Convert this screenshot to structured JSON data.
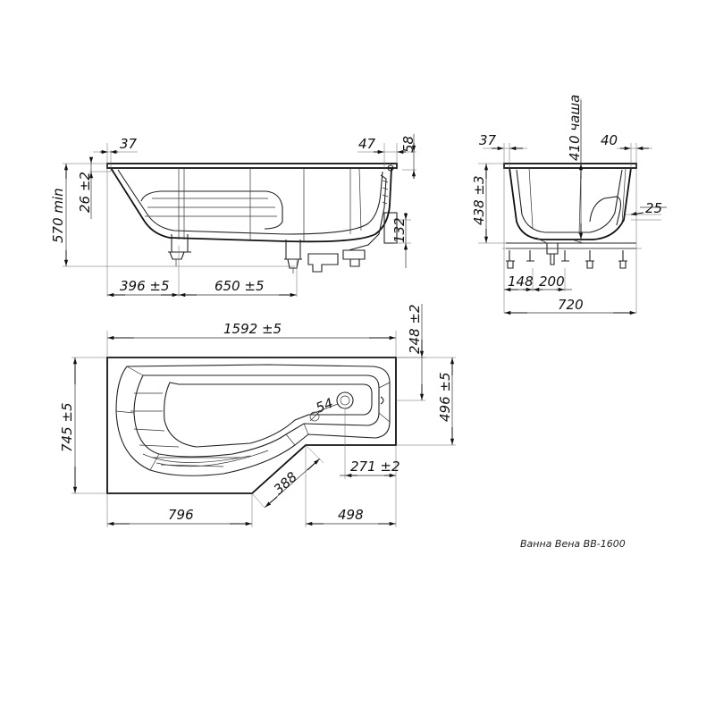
{
  "title": "Ванна Вена ВВ-1600",
  "side_view": {
    "dims": {
      "rim_left": "37",
      "rim_right_inner": "47",
      "rim_right_height": "58",
      "rim_thickness": "26 ±2",
      "total_height": "570 min",
      "drain_height": "132",
      "leg_offset": "396 ±5",
      "leg_spacing": "650 ±5"
    }
  },
  "end_view": {
    "dims": {
      "rim_left": "37",
      "bowl_depth": "410 чаша",
      "rim_right": "40",
      "height": "438 ±3",
      "right_offset": "25",
      "leg_left": "148",
      "leg_middle": "200",
      "width": "720"
    }
  },
  "top_view": {
    "dims": {
      "length": "1592 ±5",
      "narrow_offset": "248 ±2",
      "narrow_width": "496 ±5",
      "total_width": "745 ±5",
      "drain_dia": "54",
      "drain_offset": "271 ±2",
      "diagonal": "388",
      "bottom_left": "796",
      "bottom_right": "498"
    }
  }
}
